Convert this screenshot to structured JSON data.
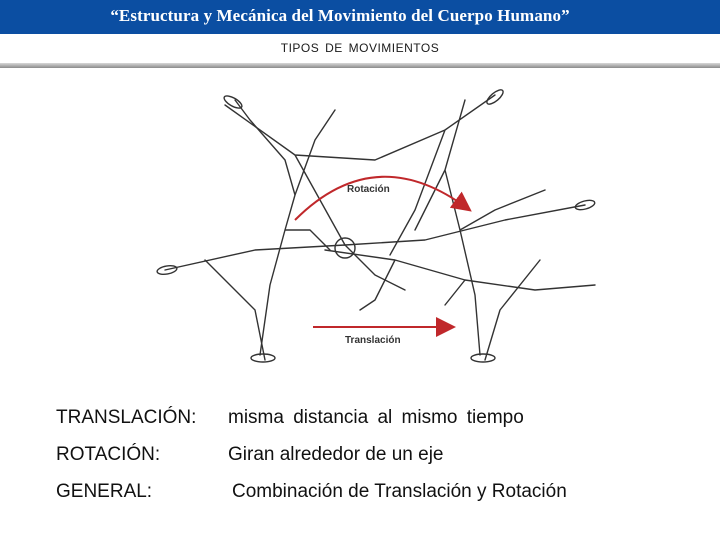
{
  "header": {
    "title": "“Estructura y Mecánica del Movimiento del Cuerpo Humano”",
    "subtitle": "TIPOS DE MOVIMIENTOS"
  },
  "figure": {
    "label_rotation": "Rotación",
    "label_translation": "Translación",
    "arrow_color": "#c0282b"
  },
  "definitions": [
    {
      "term": "TRANSLACIÓN:",
      "text": "misma distancia al mismo tiempo"
    },
    {
      "term": "ROTACIÓN:",
      "text": "Giran alrededor de un eje"
    },
    {
      "term": "GENERAL:",
      "text": "Combinación de Translación y Rotación"
    }
  ],
  "colors": {
    "title_bar": "#0b4ea2",
    "rule": "#8a8a8a"
  }
}
